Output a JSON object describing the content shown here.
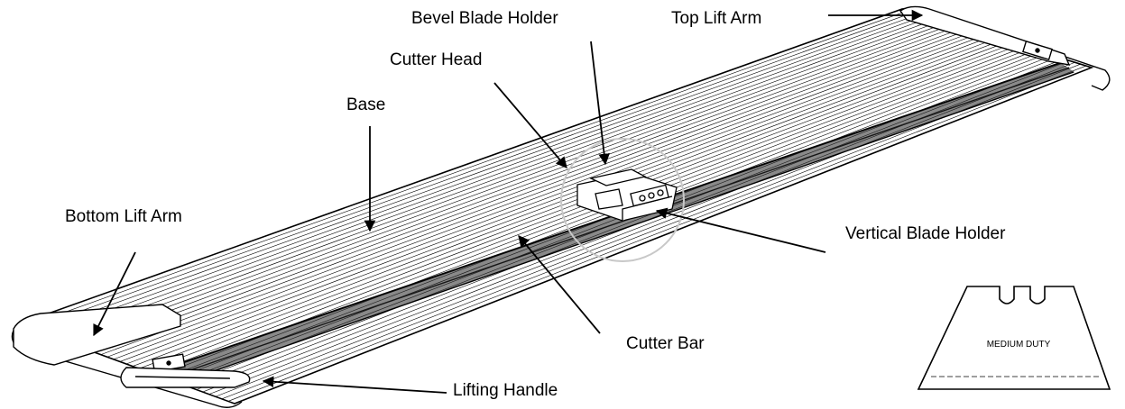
{
  "labels": {
    "bevel_blade_holder": "Bevel Blade Holder",
    "top_lift_arm": "Top Lift Arm",
    "cutter_head": "Cutter Head",
    "base": "Base",
    "bottom_lift_arm": "Bottom Lift Arm",
    "vertical_blade_holder": "Vertical Blade Holder",
    "cutter_bar": "Cutter Bar",
    "lifting_handle": "Lifting Handle"
  },
  "blade": {
    "text": "MEDIUM DUTY"
  },
  "colors": {
    "line": "#000000",
    "background": "#ffffff",
    "highlight_circle": "#c8c8c8"
  }
}
